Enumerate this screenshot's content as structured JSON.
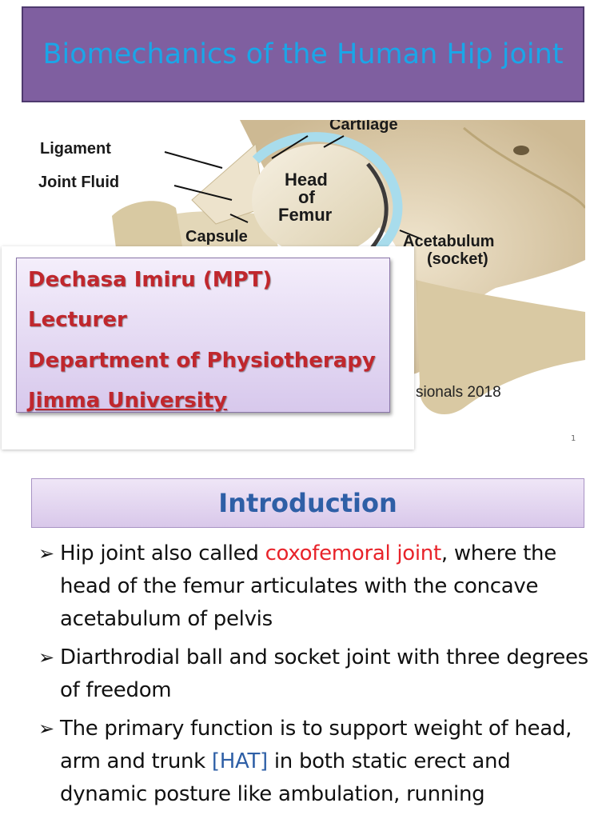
{
  "slide1": {
    "title": "Biomechanics of the Human Hip joint",
    "illustration": {
      "labels": {
        "cartilage": "Cartilage",
        "ligament": "Ligament",
        "joint_fluid": "Joint Fluid",
        "head": "Head",
        "of": "of",
        "femur": "Femur",
        "capsule": "Capsule",
        "acetabulum": "Acetabulum",
        "socket": "(socket)"
      },
      "credit": "sionals 2018"
    },
    "author": {
      "name": "Dechasa Imiru (MPT)",
      "role": "Lecturer",
      "department": "Department of Physiotherapy",
      "university": "Jimma University"
    },
    "page_number": "1",
    "colors": {
      "title_bg": "#7f5fa0",
      "title_text": "#1aa6e8",
      "author_text": "#c0272d"
    }
  },
  "slide2": {
    "heading": "Introduction",
    "bullet_icon": "arrow-bullet-icon",
    "bullets": [
      {
        "pre": "Hip joint also called ",
        "highlight": "coxofemoral joint",
        "post": ", where the head of the femur articulates with the concave acetabulum of pelvis"
      },
      {
        "text": "Diarthrodial ball and socket joint with three degrees of freedom"
      },
      {
        "pre": "The primary function is to support weight of head, arm and trunk ",
        "highlight": "[HAT]",
        "post": " in both static erect and dynamic posture like ambulation, running"
      }
    ],
    "colors": {
      "heading": "#2e5fa6",
      "highlight_red": "#e8232a",
      "highlight_blue": "#2e5fa6"
    }
  }
}
